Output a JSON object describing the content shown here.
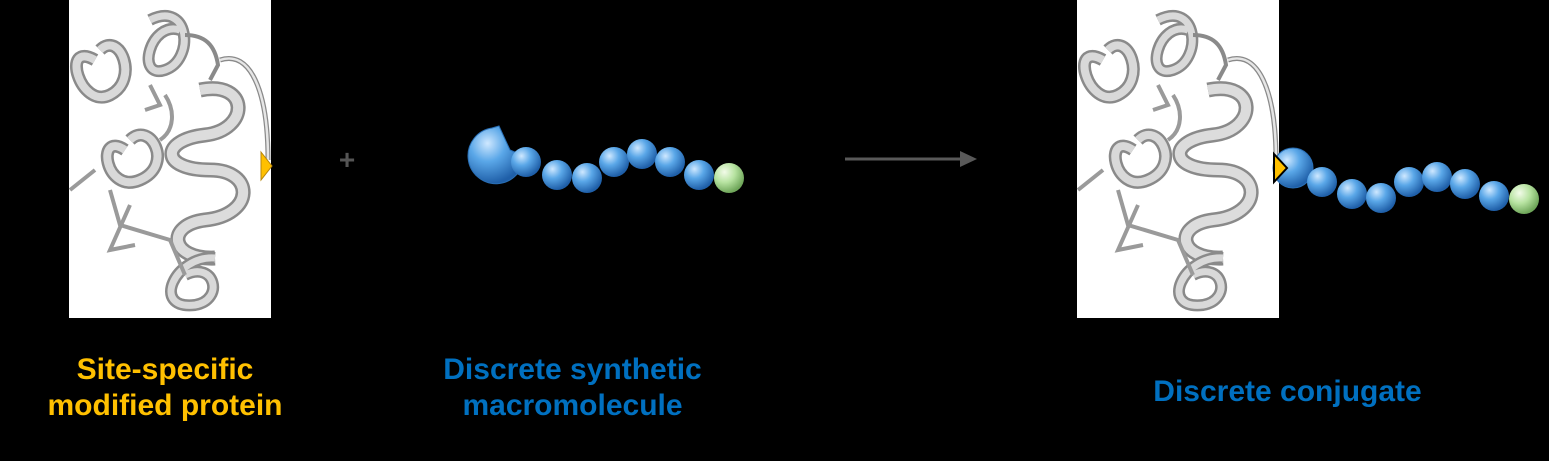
{
  "labels": {
    "protein": [
      "Site-specific",
      "modified protein"
    ],
    "macromolecule": [
      "Discrete synthetic",
      "macromolecule"
    ],
    "conjugate": "Discrete conjugate",
    "plus": "+"
  },
  "colors": {
    "background": "#000000",
    "panel": "#ffffff",
    "protein_label": "#ffc000",
    "macro_label": "#0070c0",
    "conjugate_label": "#0070c0",
    "plus_sign": "#555555",
    "arrow": "#595959",
    "bead_blue": "#5aa7e8",
    "bead_green": "#b7e3a1",
    "ribbon": "#bdbdbd",
    "tag": "#ffc000"
  },
  "icons": {
    "protein_ribbon": "protein-ribbon-icon",
    "tag": "triangle-tag-icon",
    "end_group": "pacman-end-group-icon",
    "reaction_arrow": "right-arrow-icon"
  }
}
